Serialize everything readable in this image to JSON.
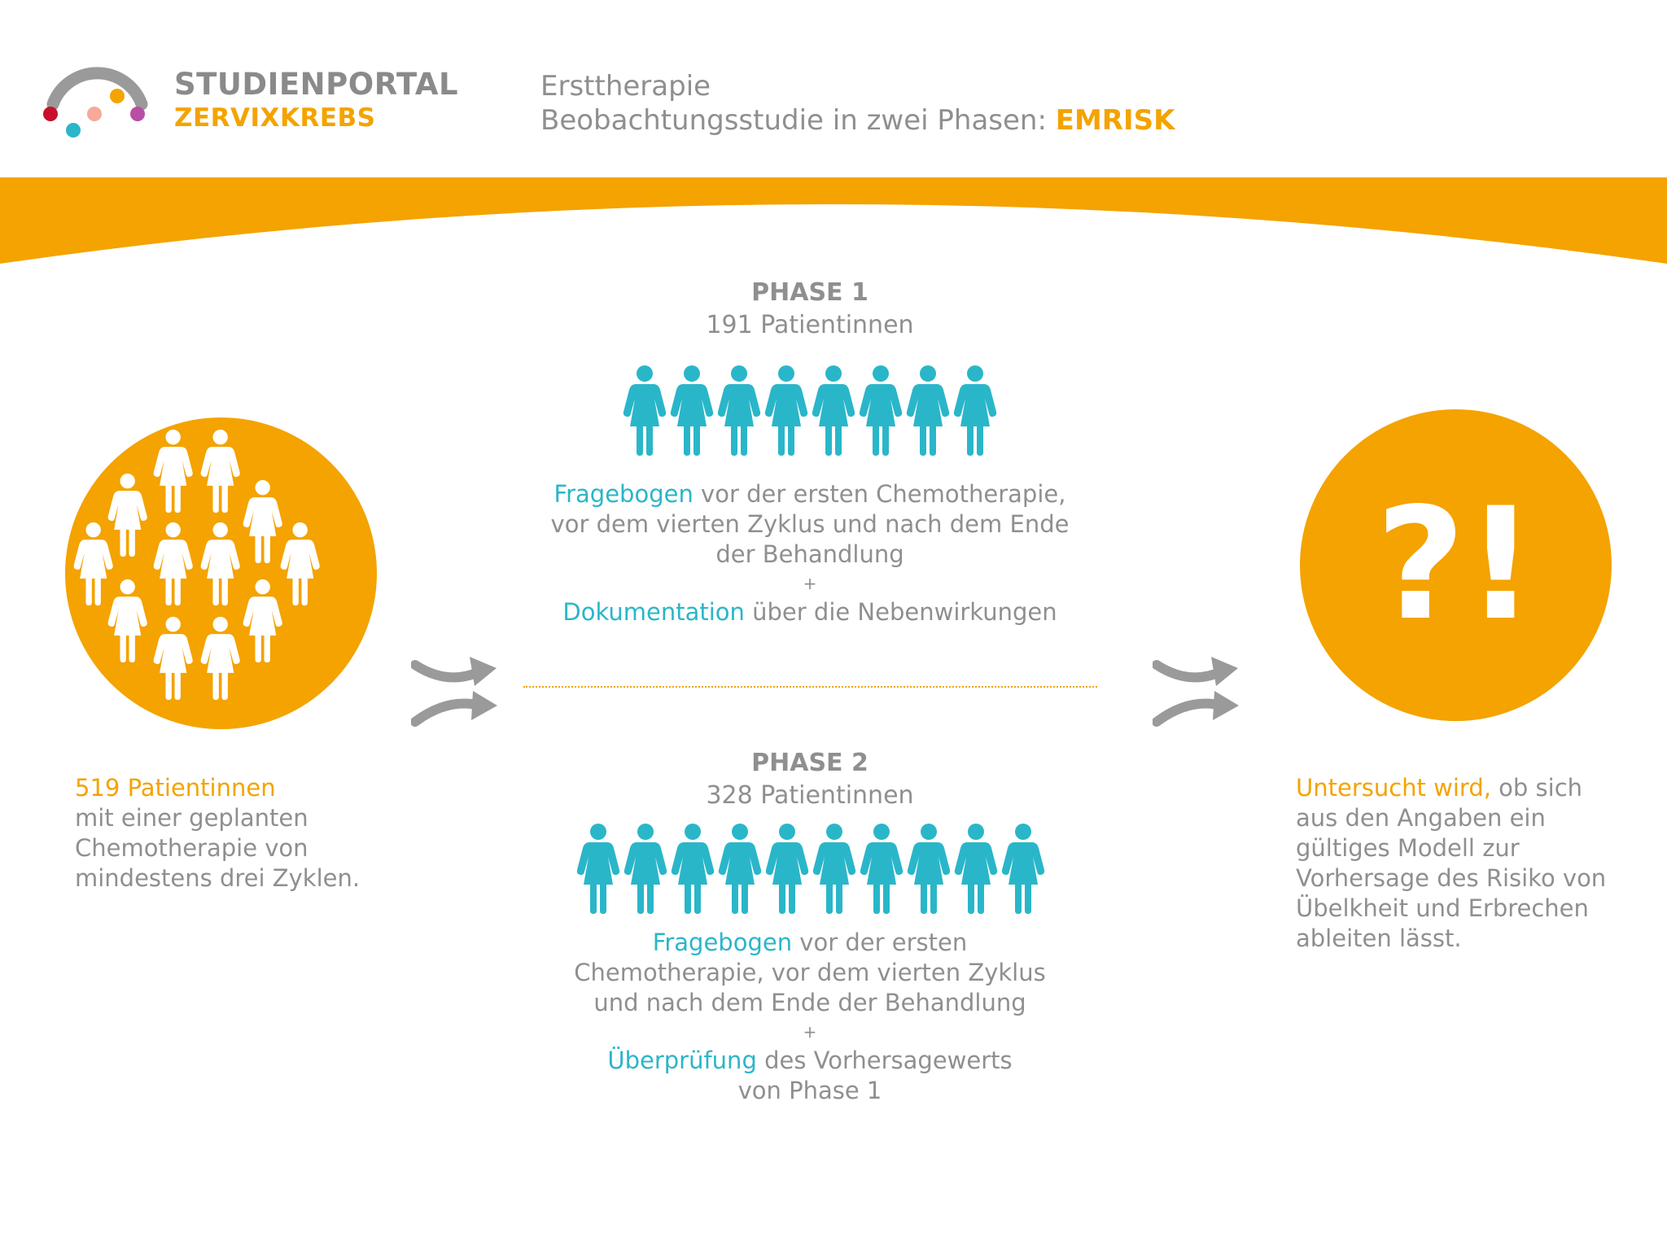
{
  "brand": {
    "line1": "STUDIENPORTAL",
    "line2": "ZERVIXKREBS",
    "colors": {
      "grey": "#8a8a8a",
      "orange": "#f4a300",
      "teal": "#2ab6c9",
      "red": "#c8102e",
      "pink": "#f7a99a",
      "purple": "#b94ea6"
    }
  },
  "header": {
    "line1": "Ersttherapie",
    "line2_prefix": "Beobachtungsstudie in zwei Phasen: ",
    "line2_highlight": "EMRISK"
  },
  "left": {
    "count": "519 Patientinnen",
    "lines": [
      "mit einer geplanten",
      "Chemotherapie von",
      "mindestens drei Zyklen."
    ],
    "icon": "women-group-icon"
  },
  "phase1": {
    "title": "PHASE 1",
    "count": "191 Patientinnen",
    "icon_count": 8,
    "lines": [
      {
        "teal": "Fragebogen",
        "rest": " vor der ersten Chemotherapie,"
      },
      {
        "teal": "",
        "rest": "vor dem vierten Zyklus und nach dem Ende"
      },
      {
        "teal": "",
        "rest": "der Behandlung"
      },
      {
        "teal": "",
        "rest": "+"
      },
      {
        "teal": "Dokumentation",
        "rest": " über die Nebenwirkungen"
      }
    ]
  },
  "phase2": {
    "title": "PHASE 2",
    "count": "328 Patientinnen",
    "icon_count": 10,
    "lines": [
      {
        "teal": "Fragebogen",
        "rest": " vor der ersten"
      },
      {
        "teal": "",
        "rest": "Chemotherapie, vor dem vierten Zyklus"
      },
      {
        "teal": "",
        "rest": "und nach dem Ende der Behandlung"
      },
      {
        "teal": "",
        "rest": "+"
      },
      {
        "teal": "Überprüfung",
        "rest": " des Vorhersagewerts"
      },
      {
        "teal": "",
        "rest": "von Phase 1"
      }
    ]
  },
  "right": {
    "symbol": "?!",
    "highlight": "Untersucht wird,",
    "first_rest": " ob sich",
    "lines": [
      "aus den Angaben ein",
      "gültiges Modell zur",
      "Vorhersage des Risiko von",
      "Übelkheit und Erbrechen",
      "ableiten lässt."
    ]
  }
}
